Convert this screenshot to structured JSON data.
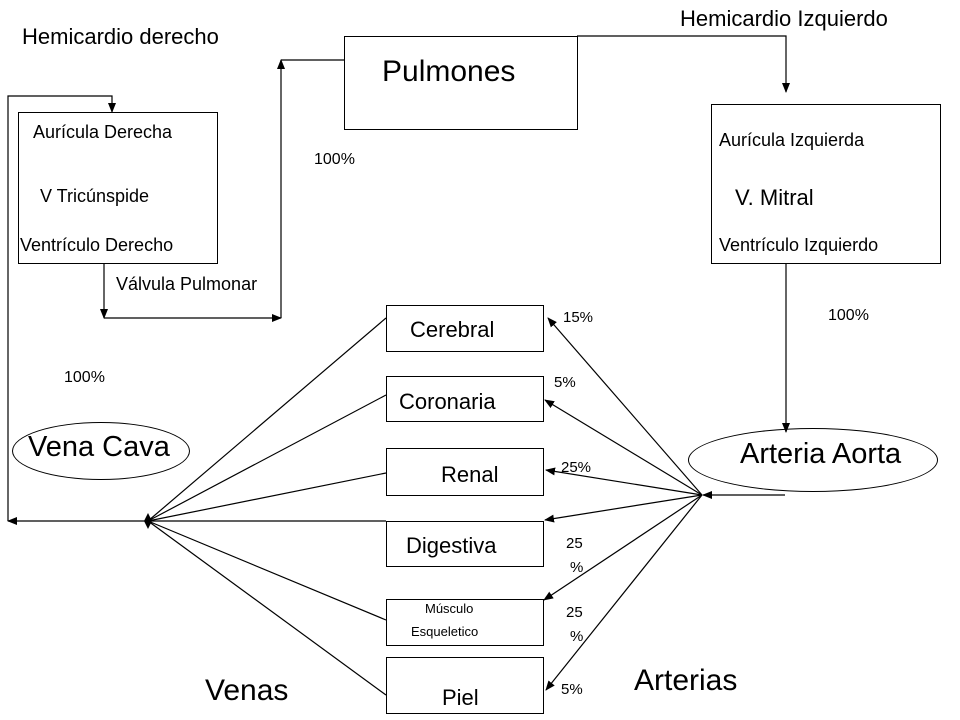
{
  "headings": {
    "right_heart": "Hemicardio derecho",
    "left_heart": "Hemicardio Izquierdo"
  },
  "lungs": {
    "label": "Pulmones",
    "percent": "100%"
  },
  "right_heart_box": {
    "atrium": "Aurícula Derecha",
    "valve": "V Tricúnspide",
    "ventricle": "Ventrículo Derecho"
  },
  "pulmonary_valve": "Válvula Pulmonar",
  "left_heart_box": {
    "atrium": "Aurícula Izquierda",
    "valve": "V. Mitral",
    "ventricle": "Ventrículo Izquierdo"
  },
  "aorta": {
    "label": "Arteria Aorta",
    "percent": "100%"
  },
  "vena_cava": {
    "label": "Vena Cava",
    "percent": "100%"
  },
  "organs": [
    {
      "name": "Cerebral",
      "percent": "15%"
    },
    {
      "name": "Coronaria",
      "percent": "5%"
    },
    {
      "name": "Renal",
      "percent": "25%"
    },
    {
      "name": "Digestiva",
      "percent_line1": "25",
      "percent_line2": "%"
    },
    {
      "name_line1": "Músculo",
      "name_line2": "Esqueletico",
      "percent_line1": "25",
      "percent_line2": "%"
    },
    {
      "name": "Piel",
      "percent": "5%"
    }
  ],
  "footer": {
    "veins": "Venas",
    "arteries": "Arterias"
  },
  "colors": {
    "stroke": "#000000",
    "background": "#ffffff"
  }
}
